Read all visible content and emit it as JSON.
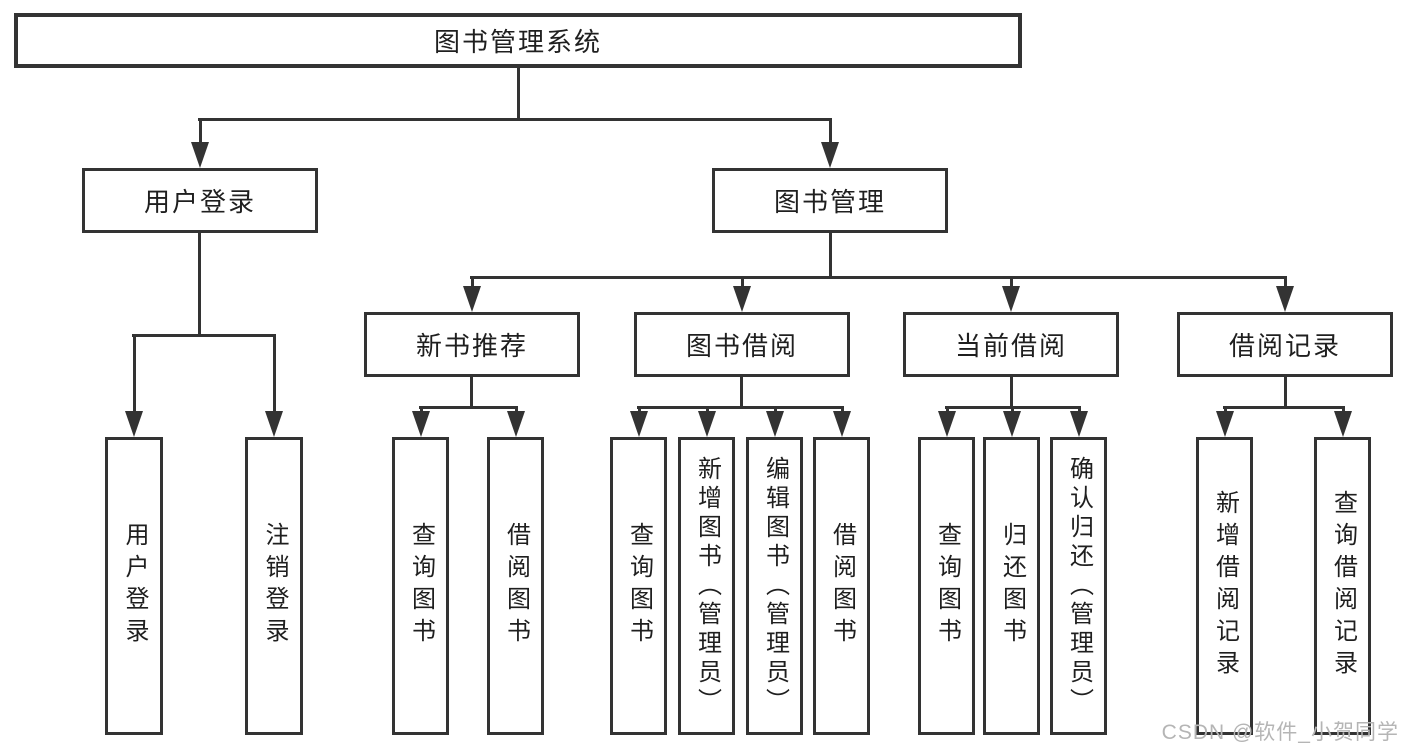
{
  "diagram": {
    "root": {
      "label": "图书管理系统",
      "children": [
        {
          "label": "用户登录",
          "children": [
            {
              "label": "用户登录"
            },
            {
              "label": "注销登录"
            }
          ]
        },
        {
          "label": "图书管理",
          "children": [
            {
              "label": "新书推荐",
              "children": [
                {
                  "label": "查询图书"
                },
                {
                  "label": "借阅图书"
                }
              ]
            },
            {
              "label": "图书借阅",
              "children": [
                {
                  "label": "查询图书"
                },
                {
                  "label": "新增图书（管理员）"
                },
                {
                  "label": "编辑图书（管理员）"
                },
                {
                  "label": "借阅图书"
                }
              ]
            },
            {
              "label": "当前借阅",
              "children": [
                {
                  "label": "查询图书"
                },
                {
                  "label": "归还图书"
                },
                {
                  "label": "确认归还（管理员）"
                }
              ]
            },
            {
              "label": "借阅记录",
              "children": [
                {
                  "label": "新增借阅记录"
                },
                {
                  "label": "查询借阅记录"
                }
              ]
            }
          ]
        }
      ]
    },
    "colors": {
      "line": "#333333",
      "text": "#1f1f1f",
      "background": "#ffffff",
      "watermark": "#b5b5b5"
    }
  },
  "watermark": {
    "text": "CSDN @软件_小贺同学"
  }
}
